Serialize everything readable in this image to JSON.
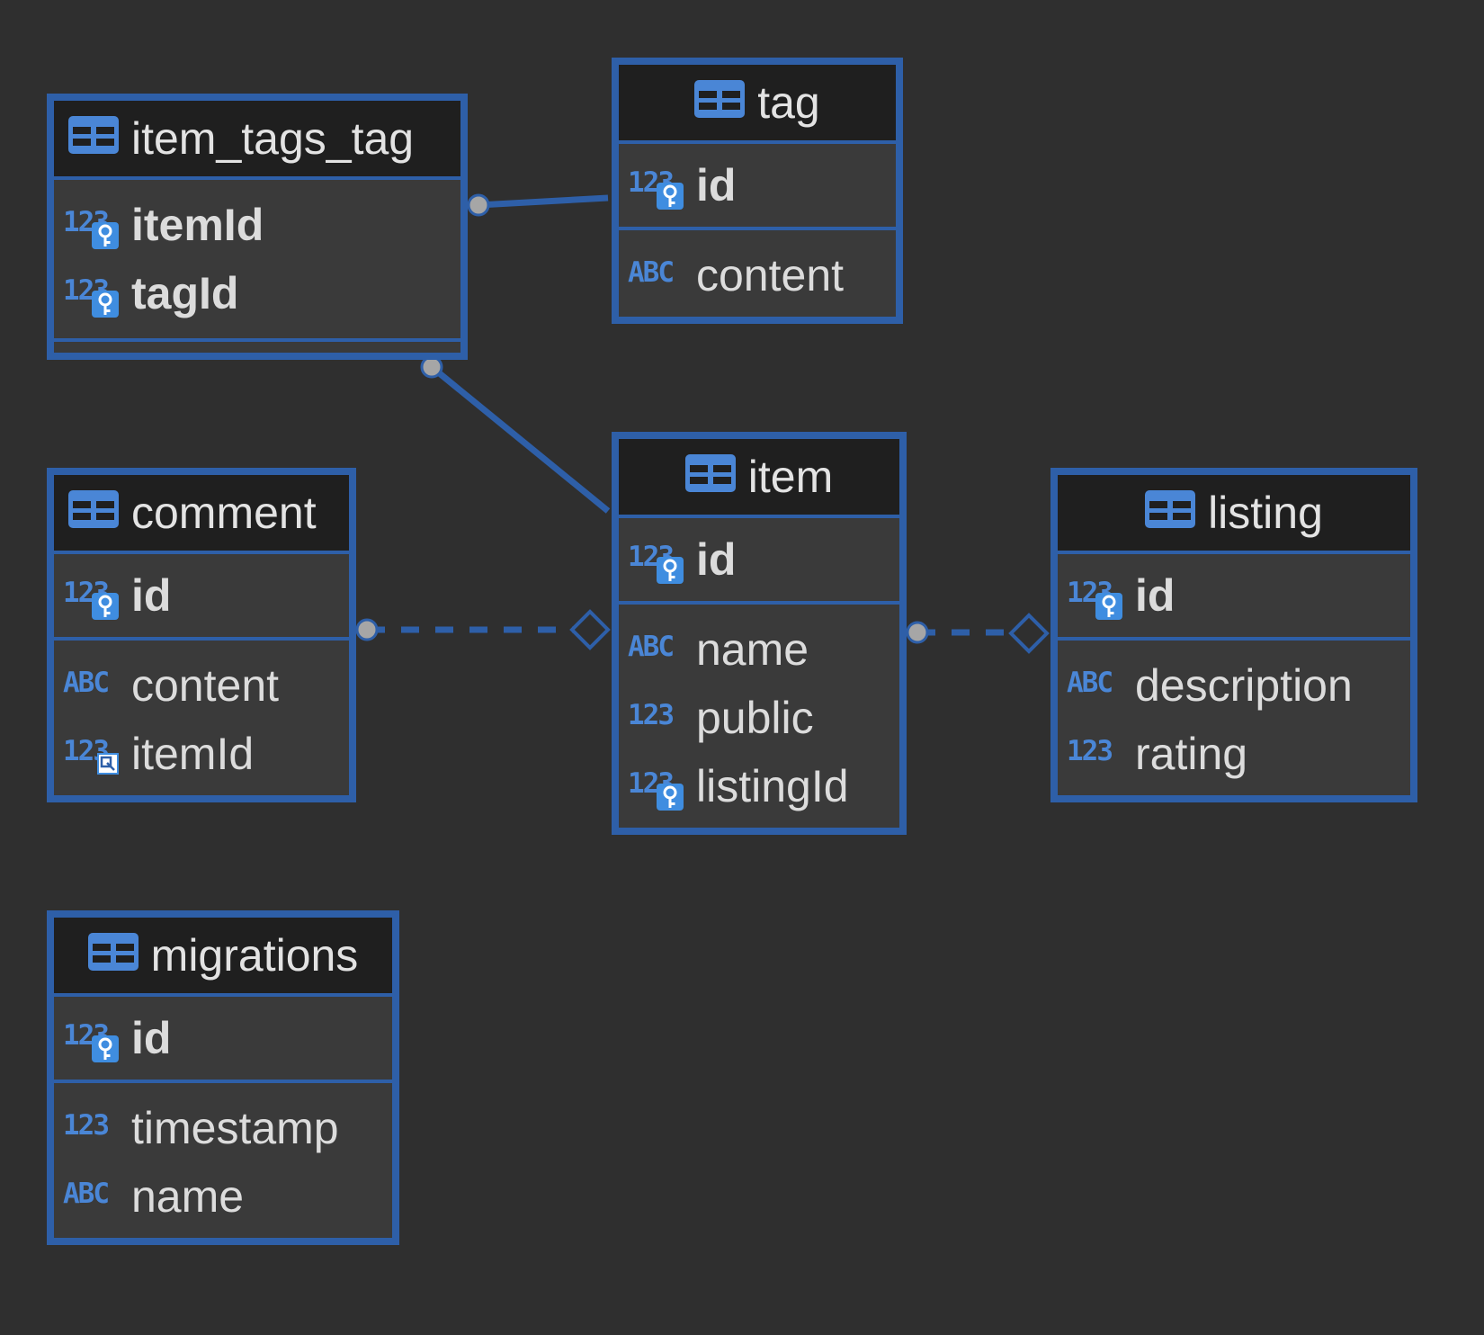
{
  "colors": {
    "background": "#2f2f2f",
    "entity_border": "#2e5fa8",
    "header_bg": "#1f1f1f",
    "body_bg": "#3a3a3a",
    "type_icon": "#4a86d6",
    "key_badge": "#3f8de0",
    "connector_dot": "#a6a6a6"
  },
  "entities": {
    "item_tags_tag": {
      "name": "item_tags_tag",
      "columns": [
        {
          "name": "itemId",
          "type_icon": "123",
          "key": "primary"
        },
        {
          "name": "tagId",
          "type_icon": "123",
          "key": "primary"
        }
      ]
    },
    "tag": {
      "name": "tag",
      "columns": [
        {
          "name": "id",
          "type_icon": "123",
          "key": "primary"
        },
        {
          "name": "content",
          "type_icon": "ABC",
          "key": "none"
        }
      ]
    },
    "comment": {
      "name": "comment",
      "columns": [
        {
          "name": "id",
          "type_icon": "123",
          "key": "primary"
        },
        {
          "name": "content",
          "type_icon": "ABC",
          "key": "none"
        },
        {
          "name": "itemId",
          "type_icon": "123",
          "key": "foreign"
        }
      ]
    },
    "item": {
      "name": "item",
      "columns": [
        {
          "name": "id",
          "type_icon": "123",
          "key": "primary"
        },
        {
          "name": "name",
          "type_icon": "ABC",
          "key": "none"
        },
        {
          "name": "public",
          "type_icon": "123",
          "key": "none"
        },
        {
          "name": "listingId",
          "type_icon": "123",
          "key": "primary"
        }
      ]
    },
    "listing": {
      "name": "listing",
      "columns": [
        {
          "name": "id",
          "type_icon": "123",
          "key": "primary"
        },
        {
          "name": "description",
          "type_icon": "ABC",
          "key": "none"
        },
        {
          "name": "rating",
          "type_icon": "123",
          "key": "none"
        }
      ]
    },
    "migrations": {
      "name": "migrations",
      "columns": [
        {
          "name": "id",
          "type_icon": "123",
          "key": "primary"
        },
        {
          "name": "timestamp",
          "type_icon": "123",
          "key": "none"
        },
        {
          "name": "name",
          "type_icon": "ABC",
          "key": "none"
        }
      ]
    }
  },
  "relationships": [
    {
      "from": "item_tags_tag",
      "to": "tag",
      "style": "identifying"
    },
    {
      "from": "item_tags_tag",
      "to": "item",
      "style": "identifying"
    },
    {
      "from": "comment",
      "to": "item",
      "style": "non-identifying"
    },
    {
      "from": "item",
      "to": "listing",
      "style": "non-identifying"
    }
  ]
}
